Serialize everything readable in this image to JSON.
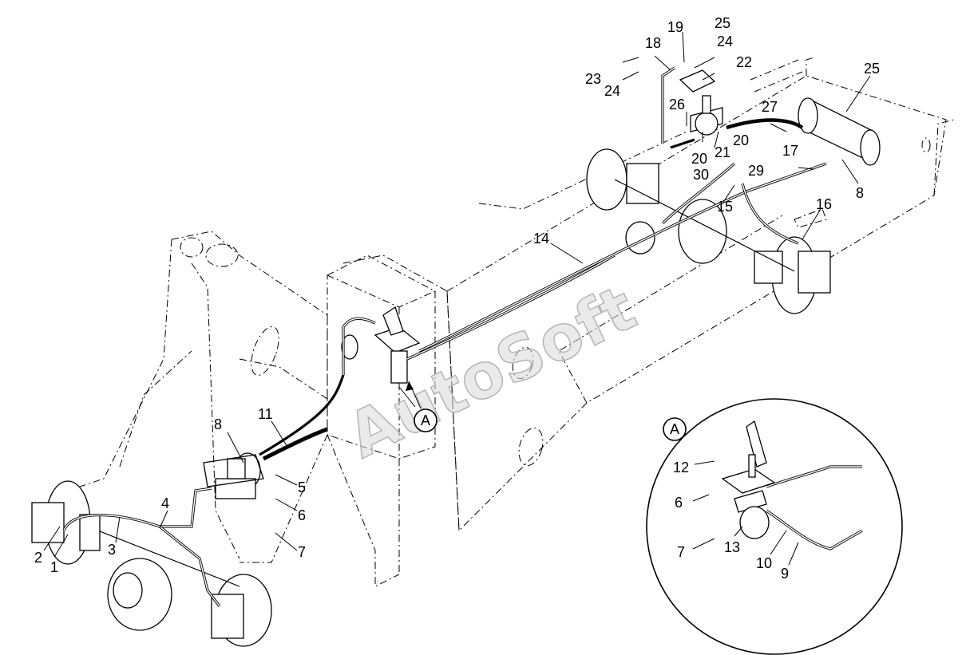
{
  "watermark": "AutoSoft",
  "callouts": [
    "1",
    "2",
    "3",
    "4",
    "5",
    "6",
    "7",
    "8",
    "8",
    "9",
    "10",
    "11",
    "12",
    "13",
    "14",
    "15",
    "16",
    "17",
    "18",
    "19",
    "20",
    "20",
    "21",
    "22",
    "23",
    "24",
    "24",
    "25",
    "25",
    "26",
    "27",
    "29",
    "30",
    "6",
    "7"
  ],
  "detail": {
    "letter": "A",
    "pointer_letter": "A"
  }
}
